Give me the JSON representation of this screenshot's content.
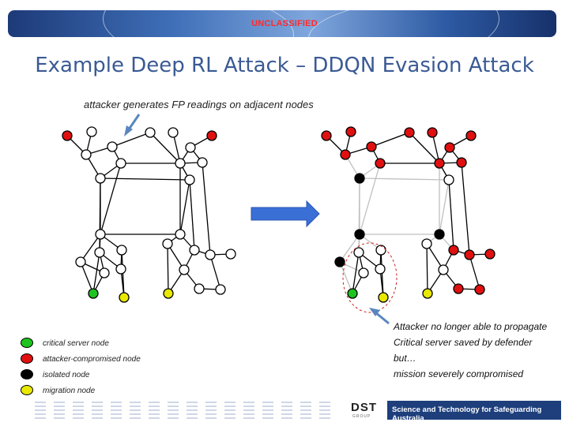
{
  "header": {
    "classification": "UNCLASSIFIED"
  },
  "slide": {
    "title": "Example Deep RL Attack – DDQN Evasion Attack",
    "annotation_top": "attacker generates FP readings on adjacent nodes"
  },
  "legend": [
    {
      "color": "#1fc31f",
      "label": "critical server node"
    },
    {
      "color": "#e01010",
      "label": "attacker-compromised node"
    },
    {
      "color": "#000000",
      "label": "isolated node"
    },
    {
      "color": "#e8e800",
      "label": "migration node"
    }
  ],
  "outcome": [
    "Attacker no longer able to propagate",
    "Critical server saved by defender",
    "but…",
    "mission severely compromised"
  ],
  "footer": {
    "logo": "DST",
    "logo_sub": "GROUP",
    "tagline": "Science and Technology for Safeguarding Australia"
  },
  "colors": {
    "title": "#3a5a94",
    "classification": "#ff2a2a",
    "arrow": "#3a6fd6",
    "pointer": "#5a86c0",
    "footer_band": "#1e3f7c"
  }
}
